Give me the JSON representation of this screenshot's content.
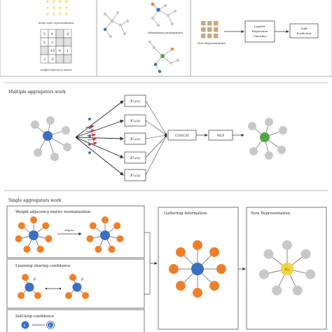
{
  "top_section": {
    "initial_caption": "Initial node representations",
    "weight_matrix_caption": "weight-adjacency matrix",
    "matrix_cells": [
      [
        "5",
        "4",
        "",
        "-6"
      ],
      [
        "6",
        "3",
        "",
        ""
      ],
      [
        "",
        "-10",
        "6",
        "1"
      ],
      [
        "-3",
        "-5",
        "",
        ""
      ]
    ],
    "propagation_caption": "Information propagation",
    "new_representation_caption": "New Representation",
    "classifier_label": [
      "Logistic",
      "Regression",
      "Classifier"
    ],
    "link_prediction_label": [
      "Link",
      "Prediction"
    ]
  },
  "multiple_section": {
    "title": "Multiple aggregators work",
    "aggregators": [
      "X¹ₐ(u)",
      "X²ₐ(u)",
      "X³ₐ(u)",
      "X⁴ₐ(u)",
      "X⁵ₐ(u)"
    ],
    "concat_label": "CONCAT",
    "mlp_label": "MLP"
  },
  "single_section": {
    "title": "Single aggregators work",
    "panel_weight_title": "Weight adjacency matric normalization",
    "degree_label": "degree",
    "panel_learning_title": "Learning sharing confidence",
    "beta_symbol": "β",
    "panel_selfloop_title": "Self-loop confidence",
    "panel_gathering_title": "Gathering information",
    "panel_new_rep_title": "New Representation",
    "center_node_label": "h'ᵤ"
  },
  "colors": {
    "orange": "#f07f2a",
    "blue": "#3b6fc4",
    "gray": "#c8c8c8",
    "green": "#4fa84a",
    "yellow": "#f5d23c",
    "tan": "#c9a97a",
    "line": "#666666"
  }
}
